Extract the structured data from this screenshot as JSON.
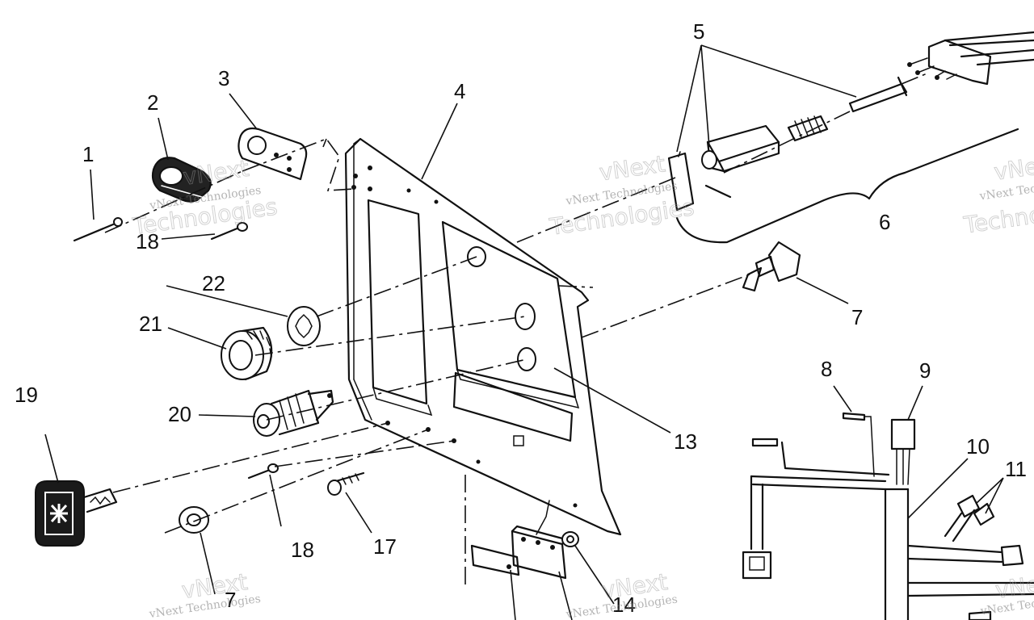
{
  "diagram": {
    "part_numbers": [
      "1",
      "2",
      "3",
      "4",
      "5",
      "6",
      "7",
      "8",
      "9",
      "10",
      "11",
      "13",
      "14",
      "17",
      "18",
      "19",
      "20",
      "21",
      "22"
    ],
    "callouts": [
      {
        "id": "c1",
        "text": "1"
      },
      {
        "id": "c2",
        "text": "2"
      },
      {
        "id": "c3",
        "text": "3"
      },
      {
        "id": "c4",
        "text": "4"
      },
      {
        "id": "c5",
        "text": "5"
      },
      {
        "id": "c6",
        "text": "6"
      },
      {
        "id": "c7a",
        "text": "7"
      },
      {
        "id": "c7b",
        "text": "7"
      },
      {
        "id": "c8",
        "text": "8"
      },
      {
        "id": "c9",
        "text": "9"
      },
      {
        "id": "c10",
        "text": "10"
      },
      {
        "id": "c11",
        "text": "11"
      },
      {
        "id": "c13",
        "text": "13"
      },
      {
        "id": "c14",
        "text": "14"
      },
      {
        "id": "c17",
        "text": "17"
      },
      {
        "id": "c18a",
        "text": "18"
      },
      {
        "id": "c18b",
        "text": "18"
      },
      {
        "id": "c19",
        "text": "19"
      },
      {
        "id": "c20",
        "text": "20"
      },
      {
        "id": "c21",
        "text": "21"
      },
      {
        "id": "c22",
        "text": "22"
      }
    ]
  },
  "watermark": {
    "line1": "vNext Technologies",
    "word_a": "vNext",
    "word_b": "Technologies"
  }
}
